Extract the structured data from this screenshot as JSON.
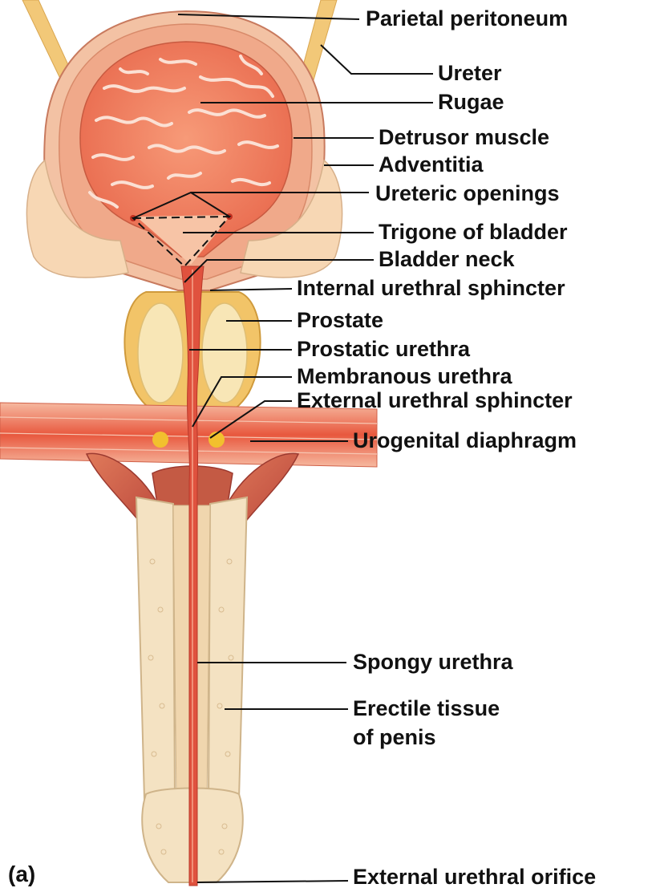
{
  "figure": {
    "panel_label": "(a)",
    "labels": {
      "parietal_peritoneum": "Parietal peritoneum",
      "ureter": "Ureter",
      "rugae": "Rugae",
      "detrusor_muscle": "Detrusor muscle",
      "adventitia": "Adventitia",
      "ureteric_openings": "Ureteric openings",
      "trigone_of_bladder": "Trigone of bladder",
      "bladder_neck": "Bladder neck",
      "internal_urethral_sphincter": "Internal urethral sphincter",
      "prostate": "Prostate",
      "prostatic_urethra": "Prostatic urethra",
      "membranous_urethra": "Membranous urethra",
      "external_urethral_sphincter": "External urethral sphincter",
      "urogenital_diaphragm": "Urogenital diaphragm",
      "spongy_urethra": "Spongy urethra",
      "erectile_tissue_line1": "Erectile tissue",
      "erectile_tissue_line2": "of penis",
      "external_urethral_orifice": "External urethral orifice"
    }
  },
  "colors": {
    "bladder_wall": "#f0b896",
    "bladder_lumen": "#f28a6a",
    "rugae": "#fbe0d4",
    "ureter": "#f2c878",
    "muscle": "#e8705a",
    "prostate": "#f6cd70",
    "erectile": "#f4e2c2",
    "urethra": "#e0523e",
    "leader": "#111111"
  }
}
